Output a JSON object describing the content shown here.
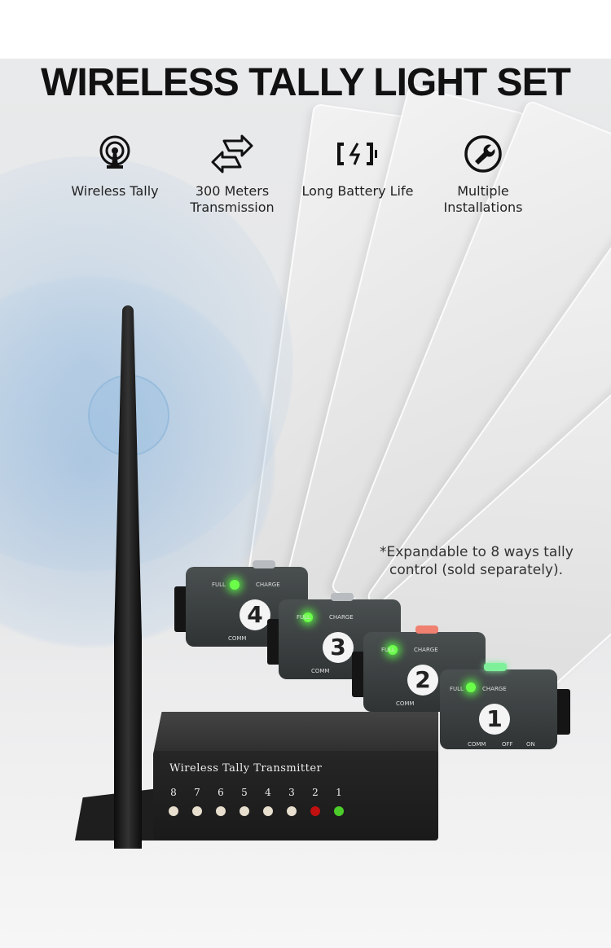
{
  "title": "WIRELESS TALLY LIGHT SET",
  "features": [
    {
      "icon": "broadcast-antenna-icon",
      "label": "Wireless Tally"
    },
    {
      "icon": "two-way-arrows-icon",
      "label_line1": "300 Meters",
      "label_line2": "Transmission"
    },
    {
      "icon": "battery-charge-icon",
      "label": "Long Battery Life"
    },
    {
      "icon": "wrench-icon",
      "label_line1": "Multiple",
      "label_line2": "Installations"
    }
  ],
  "note": {
    "line1": "*Expandable to 8 ways tally",
    "line2": "control (sold separately)."
  },
  "transmitter": {
    "label": "Wireless Tally Transmitter",
    "channels": [
      "8",
      "7",
      "6",
      "5",
      "4",
      "3",
      "2",
      "1"
    ],
    "led_colors": [
      "#e8dfcf",
      "#e8dfcf",
      "#e8dfcf",
      "#e8dfcf",
      "#e8dfcf",
      "#e8dfcf",
      "#c01010",
      "#4ccc2a"
    ]
  },
  "receivers": [
    {
      "number": "4",
      "full": "FULL",
      "charge": "CHARGE",
      "comm": "COMM",
      "button_color": "#b8bcc0"
    },
    {
      "number": "3",
      "full": "FULL",
      "charge": "CHARGE",
      "comm": "COMM",
      "button_color": "#b8bcc0"
    },
    {
      "number": "2",
      "full": "FULL",
      "charge": "CHARGE",
      "comm": "COMM",
      "button_color": "#f08070"
    },
    {
      "number": "1",
      "full": "FULL",
      "charge": "CHARGE",
      "comm": "COMM",
      "off": "OFF",
      "on": "ON",
      "button_color": "#7ef09a"
    }
  ]
}
